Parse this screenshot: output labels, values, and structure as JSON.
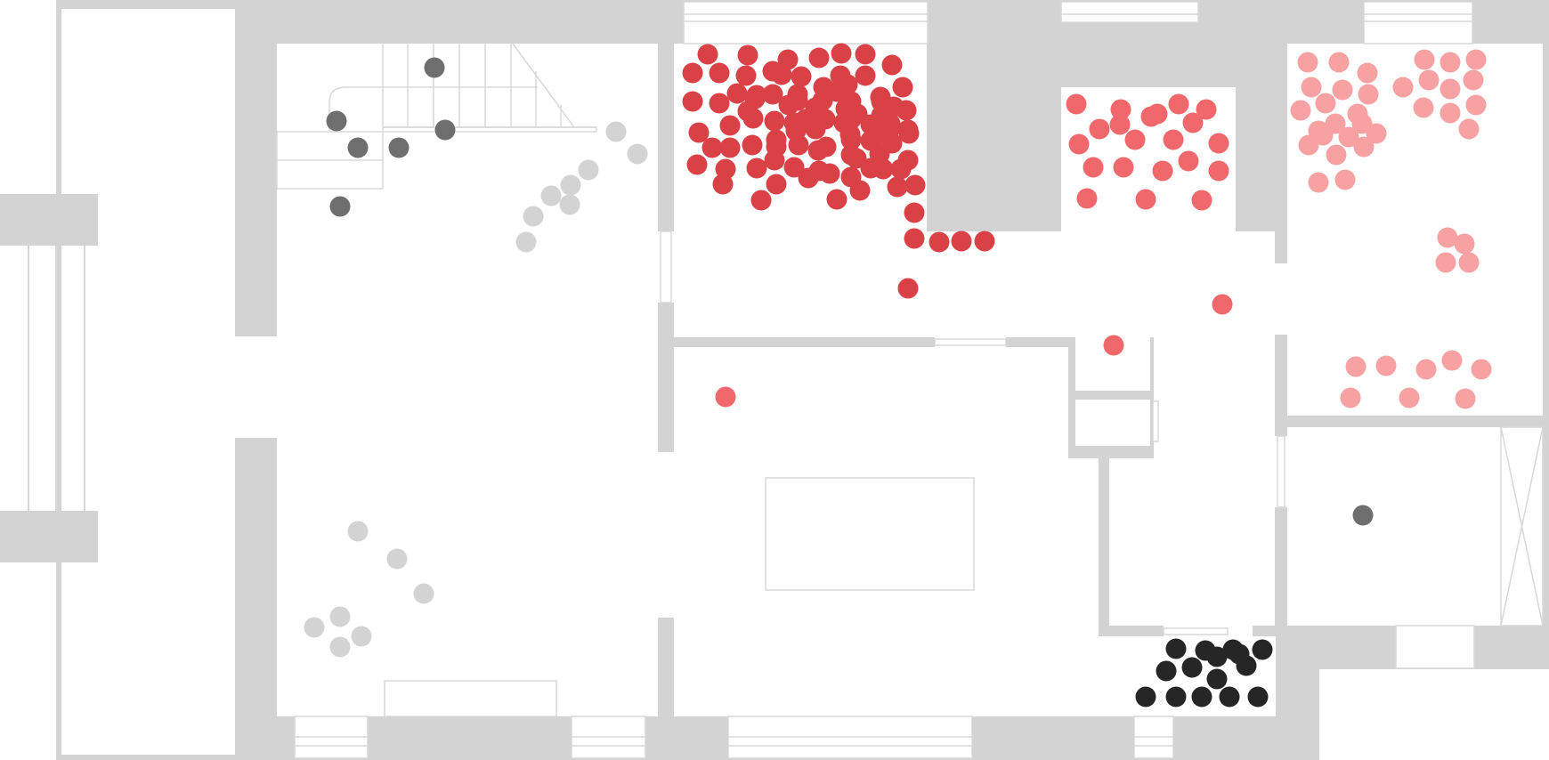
{
  "colors": {
    "wall": "#d3d3d3",
    "floor": "#ffffff",
    "line": "#d8d8d8",
    "dark_red": "#d94146",
    "red": "#f0686b",
    "pink": "#f7a1a3",
    "light_gray": "#d3d3d3",
    "mid_gray": "#6e6e6e",
    "black": "#262626"
  },
  "groups": [
    {
      "id": "dark-red",
      "color_key": "dark_red",
      "count": 97
    },
    {
      "id": "red",
      "color_key": "red",
      "count": 24
    },
    {
      "id": "pink",
      "color_key": "pink",
      "count": 43
    },
    {
      "id": "light-gray",
      "color_key": "light_gray",
      "count": 15
    },
    {
      "id": "mid-gray",
      "color_key": "mid_gray",
      "count": 7
    },
    {
      "id": "black",
      "color_key": "black",
      "count": 15
    }
  ]
}
